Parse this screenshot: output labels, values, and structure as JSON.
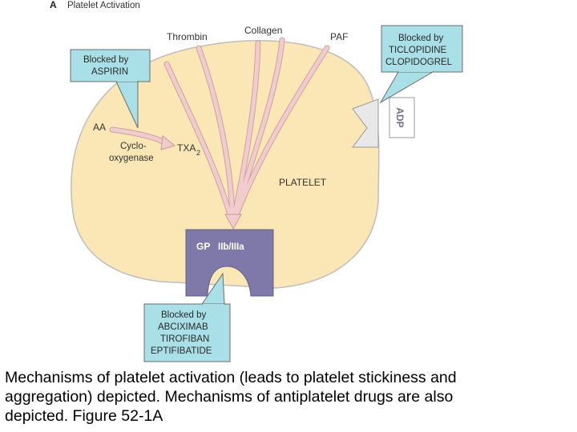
{
  "diagram": {
    "panel_letter": "A",
    "panel_title": "Platelet Activation",
    "agonists": {
      "thrombin": "Thrombin",
      "collagen": "Collagen",
      "paf": "PAF"
    },
    "aa_label": "AA",
    "enzyme_label_line1": "Cyclo-",
    "enzyme_label_line2": "oxygenase",
    "txa2_label": "TXA",
    "txa2_subscript": "2",
    "platelet_label": "PLATELET",
    "adp_label": "ADP",
    "receptor": {
      "label_gp": "GP",
      "label_iib": "IIb/IIIa"
    },
    "callouts": {
      "aspirin": {
        "line1": "Blocked by",
        "line2": "ASPIRIN"
      },
      "ticlopidine": {
        "line1": "Blocked by",
        "line2": "TICLOPIDINE",
        "line3": "CLOPIDOGREL"
      },
      "gp_inhibitors": {
        "line1": "Blocked by",
        "line2": "ABCIXIMAB",
        "line3": "TIROFIBAN",
        "line4": "EPTIFIBATIDE"
      }
    },
    "colors": {
      "cell_fill": "#fbe7b5",
      "callout_fill": "#a9dfe7",
      "receptor_fill": "#7e79a8",
      "arrow_fill": "#f2cccc",
      "adp_fill": "#e8e8e8"
    }
  },
  "caption": {
    "line1": "Mechanisms of platelet activation (leads to platelet stickiness and",
    "line2": "aggregation) depicted. Mechanisms of antiplatelet drugs are also",
    "line3": "depicted.  Figure 52-1A"
  }
}
